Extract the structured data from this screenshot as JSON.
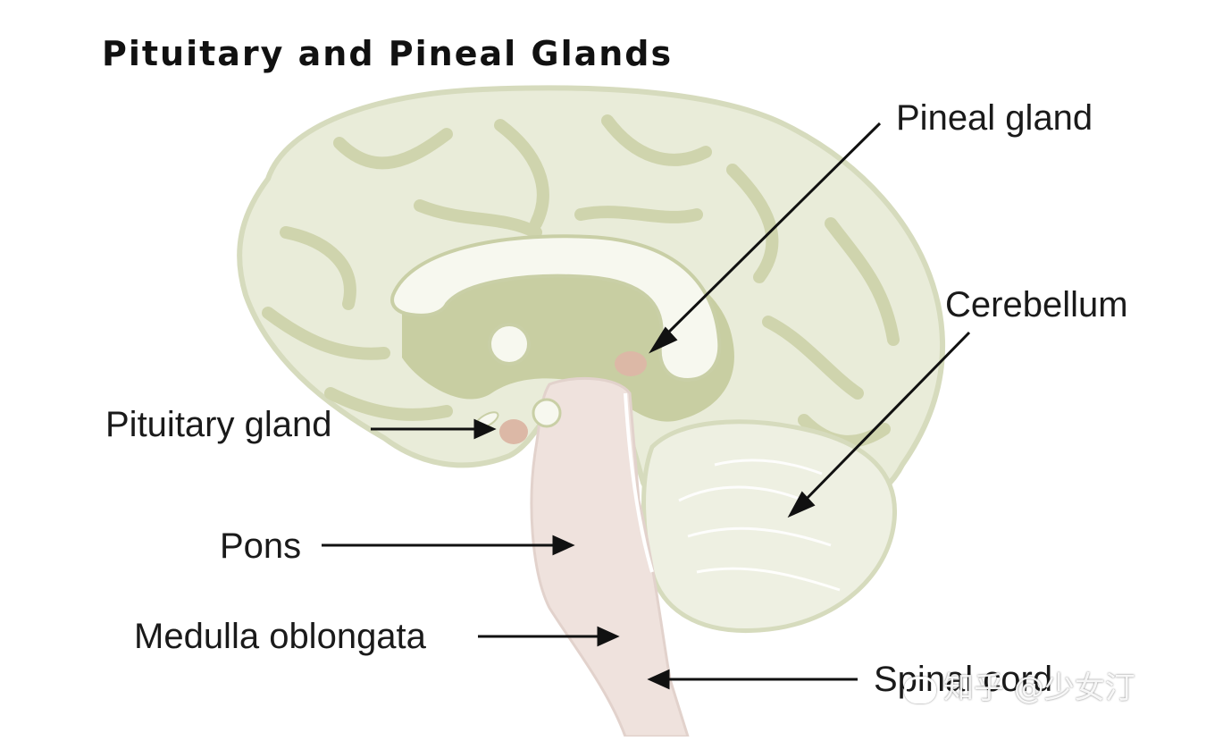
{
  "diagram": {
    "title": "Pituitary and Pineal Glands",
    "labels": {
      "pineal": "Pineal gland",
      "cerebellum": "Cerebellum",
      "pituitary": "Pituitary gland",
      "pons": "Pons",
      "medulla": "Medulla oblongata",
      "spinal": "Spinal cord"
    },
    "watermark": "知乎 @少女汀",
    "colors": {
      "cerebrum": "#e9ecd9",
      "cerebrum_outline": "#d6dbbd",
      "sulci": "#cfd4ad",
      "deep_structure": "#bcc48f",
      "corpus_callosum": "#f7f8ef",
      "brainstem": "#efe2dd",
      "gland": "#dcb8a6",
      "arrow": "#111111"
    }
  }
}
